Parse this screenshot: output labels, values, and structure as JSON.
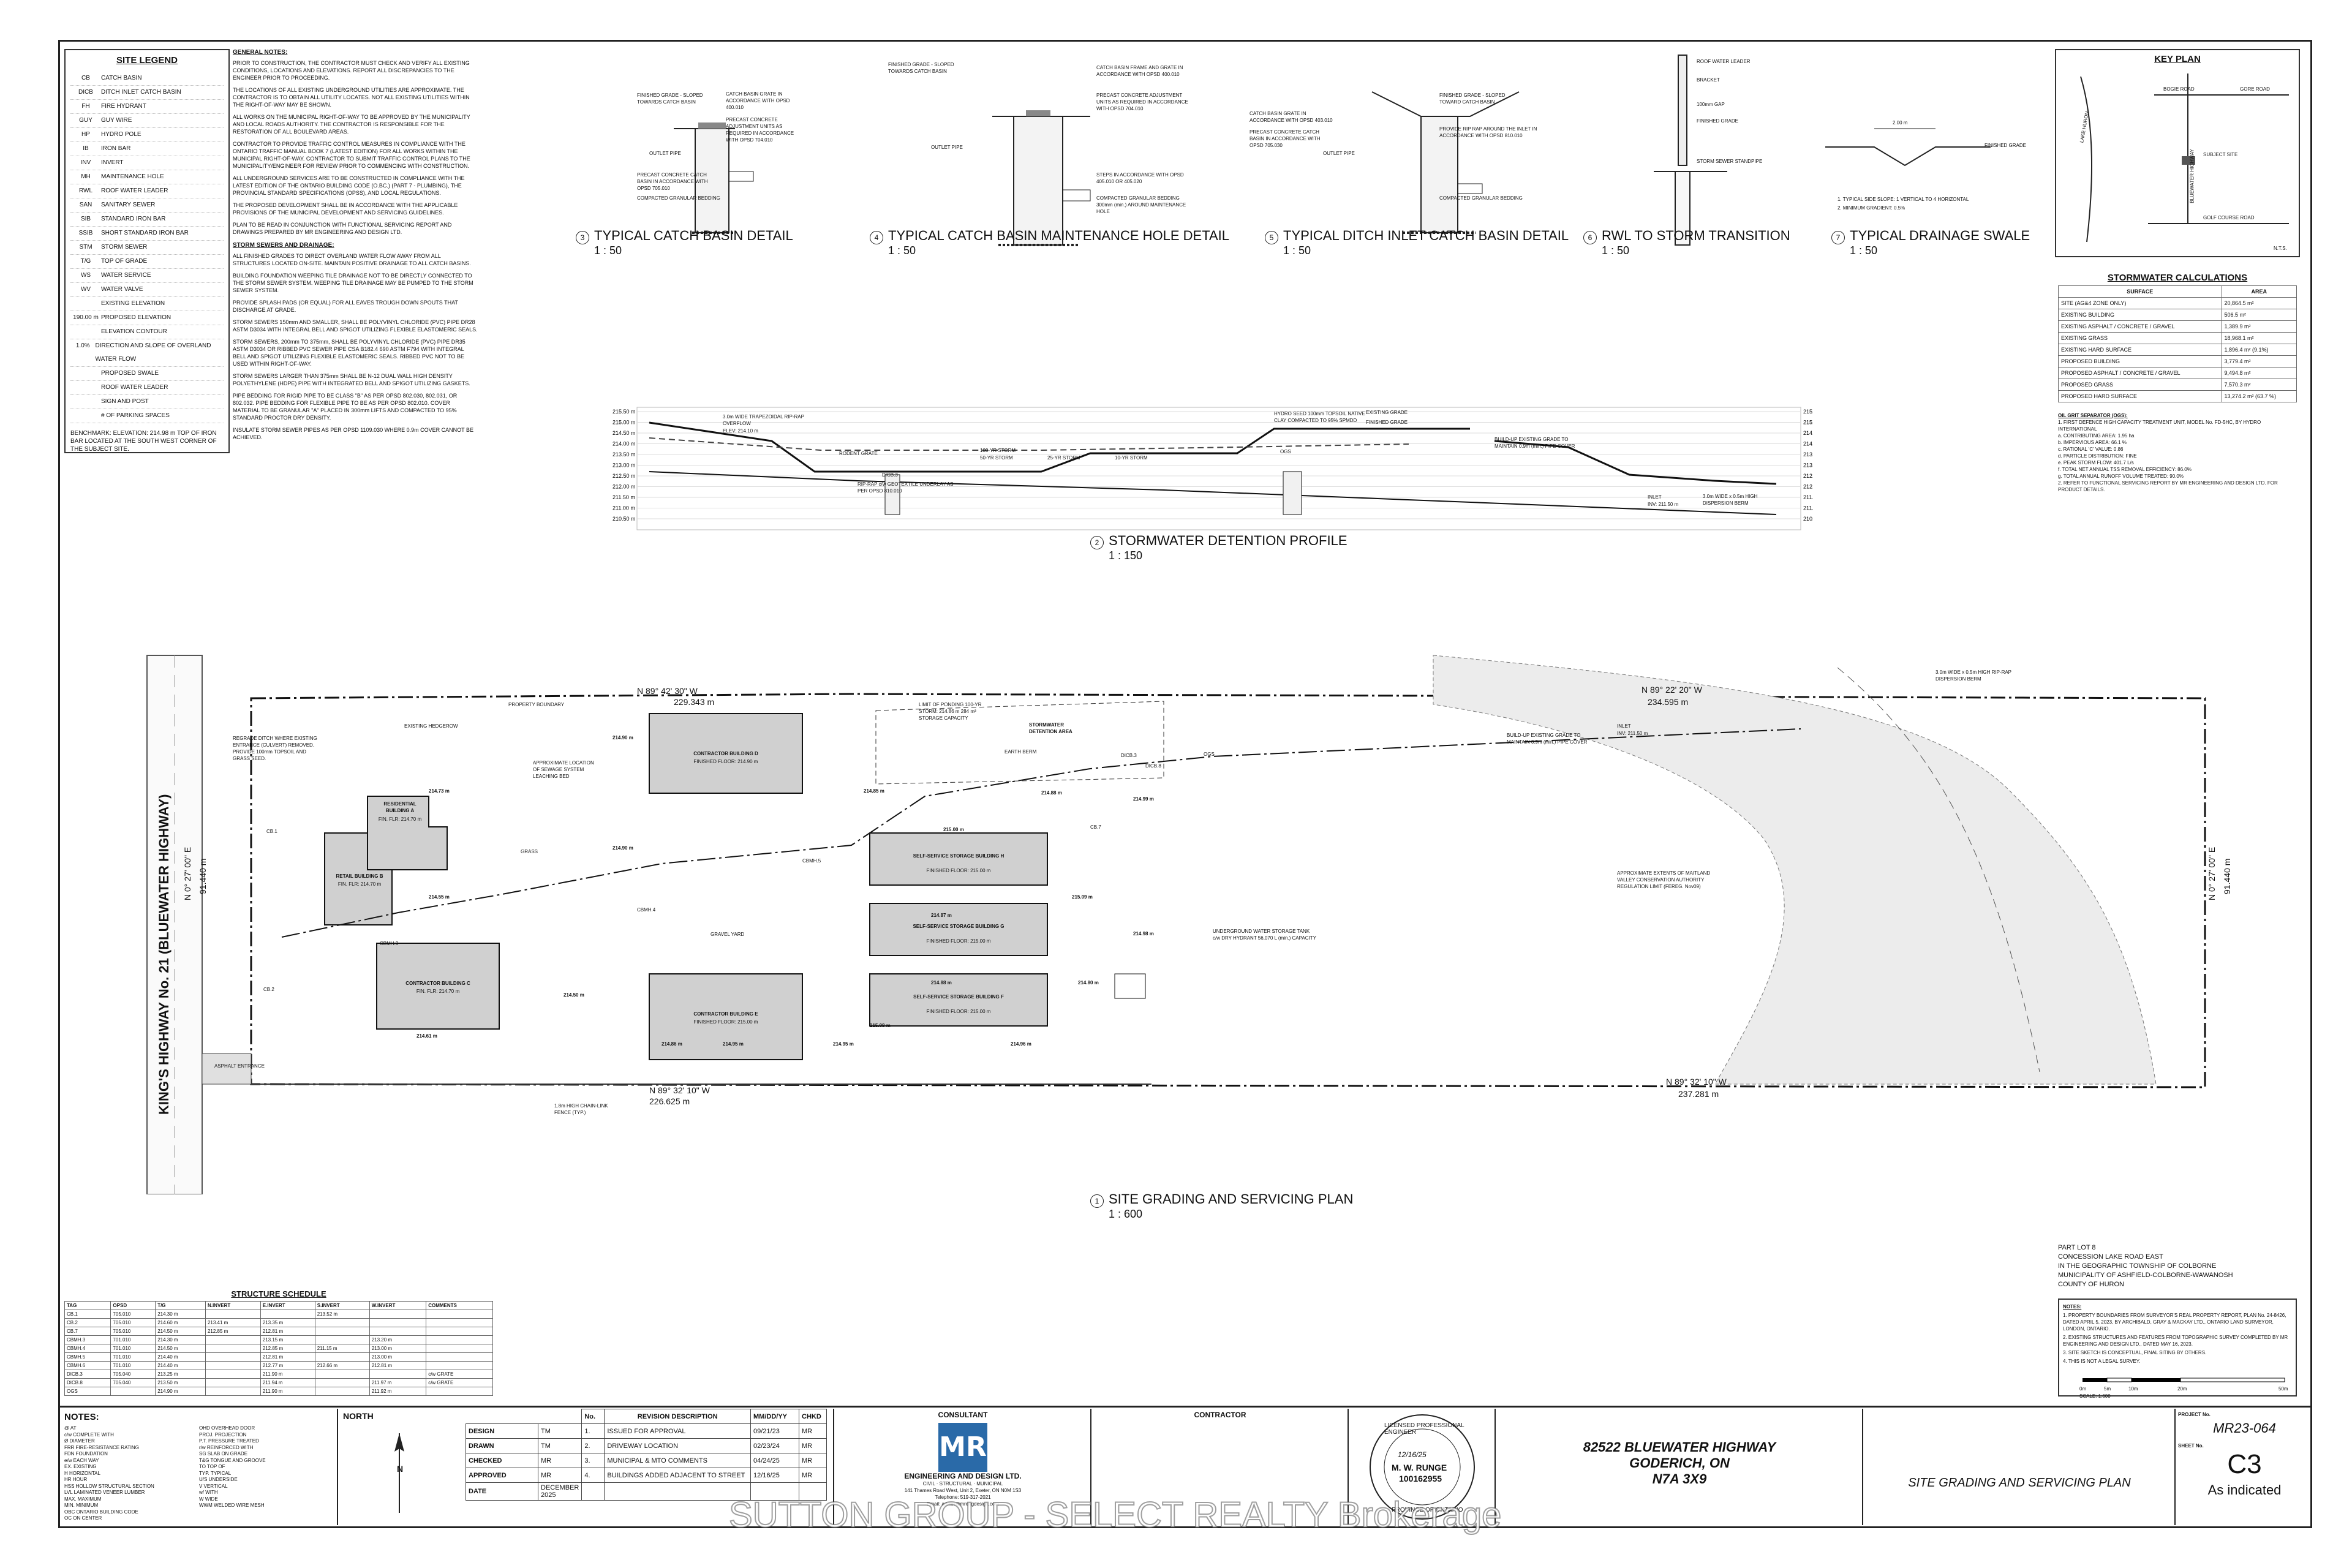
{
  "site_legend": {
    "title": "SITE LEGEND",
    "items": [
      {
        "key": "CB",
        "label": "CATCH BASIN"
      },
      {
        "key": "DICB",
        "label": "DITCH INLET CATCH BASIN"
      },
      {
        "key": "FH",
        "label": "FIRE HYDRANT"
      },
      {
        "key": "GUY",
        "label": "GUY WIRE"
      },
      {
        "key": "HP",
        "label": "HYDRO POLE"
      },
      {
        "key": "IB",
        "label": "IRON BAR"
      },
      {
        "key": "INV",
        "label": "INVERT"
      },
      {
        "key": "MH",
        "label": "MAINTENANCE HOLE"
      },
      {
        "key": "RWL",
        "label": "ROOF WATER LEADER"
      },
      {
        "key": "SAN",
        "label": "SANITARY SEWER"
      },
      {
        "key": "SIB",
        "label": "STANDARD IRON BAR"
      },
      {
        "key": "SSIB",
        "label": "SHORT STANDARD IRON BAR"
      },
      {
        "key": "STM",
        "label": "STORM SEWER"
      },
      {
        "key": "T/G",
        "label": "TOP OF GRADE"
      },
      {
        "key": "WS",
        "label": "WATER SERVICE"
      },
      {
        "key": "WV",
        "label": "WATER VALVE"
      },
      {
        "key": "",
        "label": "EXISTING ELEVATION"
      },
      {
        "key": "190.00 m",
        "label": "PROPOSED ELEVATION"
      },
      {
        "key": "",
        "label": "ELEVATION CONTOUR"
      },
      {
        "key": "1.0%",
        "label": "DIRECTION AND SLOPE OF OVERLAND WATER FLOW"
      },
      {
        "key": "",
        "label": "PROPOSED SWALE"
      },
      {
        "key": "",
        "label": "ROOF WATER LEADER"
      },
      {
        "key": "",
        "label": "SIGN AND POST"
      },
      {
        "key": "",
        "label": "# OF PARKING SPACES"
      }
    ],
    "benchmark": "BENCHMARK: ELEVATION: 214.98 m TOP OF IRON BAR LOCATED AT THE SOUTH WEST CORNER OF THE SUBJECT SITE."
  },
  "general_notes": {
    "title": "GENERAL NOTES:",
    "items": [
      "PRIOR TO CONSTRUCTION, THE CONTRACTOR MUST CHECK AND VERIFY ALL EXISTING CONDITIONS, LOCATIONS AND ELEVATIONS. REPORT ALL DISCREPANCIES TO THE ENGINEER PRIOR TO PROCEEDING.",
      "THE LOCATIONS OF ALL EXISTING UNDERGROUND UTILITIES ARE APPROXIMATE. THE CONTRACTOR IS TO OBTAIN ALL UTILITY LOCATES. NOT ALL EXISTING UTILITIES WITHIN THE RIGHT-OF-WAY MAY BE SHOWN.",
      "ALL WORKS ON THE MUNICIPAL RIGHT-OF-WAY TO BE APPROVED BY THE MUNICIPALITY AND LOCAL ROADS AUTHORITY. THE CONTRACTOR IS RESPONSIBLE FOR THE RESTORATION OF ALL BOULEVARD AREAS.",
      "CONTRACTOR TO PROVIDE TRAFFIC CONTROL MEASURES IN COMPLIANCE WITH THE ONTARIO TRAFFIC MANUAL BOOK 7 (LATEST EDITION) FOR ALL WORKS WITHIN THE MUNICIPAL RIGHT-OF-WAY. CONTRACTOR TO SUBMIT TRAFFIC CONTROL PLANS TO THE MUNICIPALITY/ENGINEER FOR REVIEW PRIOR TO COMMENCING WITH CONSTRUCTION.",
      "ALL UNDERGROUND SERVICES ARE TO BE CONSTRUCTED IN COMPLIANCE WITH THE LATEST EDITION OF THE ONTARIO BUILDING CODE (O.BC.) (PART 7 - PLUMBING), THE PROVINCIAL STANDARD SPECIFICATIONS (OPSS), AND LOCAL REGULATIONS.",
      "THE PROPOSED DEVELOPMENT SHALL BE IN ACCORDANCE WITH THE APPLICABLE PROVISIONS OF THE MUNICIPAL DEVELOPMENT AND SERVICING GUIDELINES.",
      "PLAN TO BE READ IN CONJUNCTION WITH FUNCTIONAL SERVICING REPORT AND DRAWINGS PREPARED BY MR ENGINEERING AND DESIGN LTD."
    ],
    "storm_title": "STORM SEWERS AND DRAINAGE:",
    "storm_items": [
      "ALL FINISHED GRADES TO DIRECT OVERLAND WATER FLOW AWAY FROM ALL STRUCTURES LOCATED ON-SITE. MAINTAIN POSITIVE DRAINAGE TO ALL CATCH BASINS.",
      "BUILDING FOUNDATION WEEPING TILE DRAINAGE NOT TO BE DIRECTLY CONNECTED TO THE STORM SEWER SYSTEM. WEEPING TILE DRAINAGE MAY BE PUMPED TO THE STORM SEWER SYSTEM.",
      "PROVIDE SPLASH PADS (OR EQUAL) FOR ALL EAVES TROUGH DOWN SPOUTS THAT DISCHARGE AT GRADE.",
      "STORM SEWERS 150mm AND SMALLER, SHALL BE POLYVINYL CHLORIDE (PVC) PIPE DR28 ASTM D3034 WITH INTEGRAL BELL AND SPIGOT UTILIZING FLEXIBLE ELASTOMERIC SEALS.",
      "STORM SEWERS, 200mm TO 375mm, SHALL BE POLYVINYL CHLORIDE (PVC) PIPE DR35 ASTM D3034 OR RIBBED PVC SEWER PIPE CSA B182.4 690 ASTM F794 WITH INTEGRAL BELL AND SPIGOT UTILIZING FLEXIBLE ELASTOMERIC SEALS. RIBBED PVC NOT TO BE USED WITHIN RIGHT-OF-WAY.",
      "STORM SEWERS LARGER THAN 375mm SHALL BE N-12 DUAL WALL HIGH DENSITY POLYETHYLENE (HDPE) PIPE WITH INTEGRATED BELL AND SPIGOT UTILIZING GASKETS.",
      "PIPE BEDDING FOR RIGID PIPE TO BE CLASS \"B\" AS PER OPSD 802.030, 802.031, OR 802.032. PIPE BEDDING FOR FLEXIBLE PIPE TO BE AS PER OPSD 802.010. COVER MATERIAL TO BE GRANULAR \"A\" PLACED IN 300mm LIFTS AND COMPACTED TO 95% STANDARD PROCTOR DRY DENSITY.",
      "INSULATE STORM SEWER PIPES AS PER OPSD 1109.030 WHERE 0.9m COVER CANNOT BE ACHIEVED."
    ]
  },
  "details": [
    {
      "num": "3",
      "title": "TYPICAL CATCH BASIN DETAIL",
      "scale": "1 : 50"
    },
    {
      "num": "4",
      "title": "TYPICAL CATCH BASIN MAINTENANCE HOLE DETAIL",
      "scale": "1 : 50"
    },
    {
      "num": "5",
      "title": "TYPICAL DITCH INLET CATCH BASIN DETAIL",
      "scale": "1 : 50"
    },
    {
      "num": "6",
      "title": "RWL TO STORM TRANSITION",
      "scale": "1 : 50"
    },
    {
      "num": "7",
      "title": "TYPICAL DRAINAGE SWALE",
      "scale": "1 : 50"
    }
  ],
  "detail_labels": {
    "cb": [
      "FINISHED GRADE - SLOPED TOWARDS CATCH BASIN",
      "CATCH BASIN GRATE IN ACCORDANCE WITH OPSD 400.010",
      "PRECAST CONCRETE ADJUSTMENT UNITS AS REQUIRED IN ACCORDANCE WITH OPSD 704.010",
      "OUTLET PIPE",
      "PRECAST CONCRETE CATCH BASIN IN ACCORDANCE WITH OPSD 705.010",
      "COMPACTED GRANULAR BEDDING"
    ],
    "cbmh": [
      "FINISHED GRADE - SLOPED TOWARDS CATCH BASIN",
      "CATCH BASIN FRAME AND GRATE IN ACCORDANCE WITH OPSD 400.010",
      "PRECAST CONCRETE ADJUSTMENT UNITS AS REQUIRED IN ACCORDANCE WITH OPSD 704.010",
      "OUTLET PIPE",
      "STEPS IN ACCORDANCE WITH OPSD 405.010 OR 405.020",
      "COMPACTED GRANULAR BEDDING 300mm (min.) AROUND MAINTENANCE HOLE"
    ],
    "dicb": [
      "FINISHED GRADE - SLOPED TOWARD CATCH BASIN",
      "CATCH BASIN GRATE IN ACCORDANCE WITH OPSD 403.010",
      "PRECAST CONCRETE CATCH BASIN IN ACCORDANCE WITH OPSD 705.030",
      "PROVIDE RIP RAP AROUND THE INLET IN ACCORDANCE WITH OPSD 810.010",
      "OUTLET PIPE",
      "COMPACTED GRANULAR BEDDING"
    ],
    "rwl": [
      "ROOF WATER LEADER",
      "BRACKET",
      "100mm GAP",
      "FINISHED GRADE",
      "STORM SEWER STANDPIPE"
    ],
    "swale": [
      "FINISHED GRADE",
      "2.00 m",
      "1. TYPICAL SIDE SLOPE: 1 VERTICAL TO 4 HORIZONTAL",
      "2. MINIMUM GRADIENT: 0.5%"
    ]
  },
  "key_plan": {
    "title": "KEY PLAN",
    "roads": [
      "BOGIE ROAD",
      "GORE ROAD",
      "GOLF COURSE ROAD",
      "LAKE HURON",
      "BLUEWATER HIGHWAY"
    ],
    "subject": "SUBJECT SITE",
    "nts": "N.T.S."
  },
  "stormwater_calcs": {
    "title": "STORMWATER CALCULATIONS",
    "head": [
      "SURFACE",
      "AREA"
    ],
    "rows": [
      [
        "SITE (AG&4 ZONE ONLY)",
        "20,864.5 m²"
      ],
      [
        "EXISTING BUILDING",
        "506.5 m²"
      ],
      [
        "EXISTING ASPHALT / CONCRETE / GRAVEL",
        "1,389.9 m²"
      ],
      [
        "EXISTING GRASS",
        "18,968.1 m²"
      ],
      [
        "EXISTING HARD SURFACE",
        "1,896.4 m²   (9.1%)"
      ],
      [
        "PROPOSED BUILDING",
        "3,779.4 m²"
      ],
      [
        "PROPOSED ASPHALT / CONCRETE / GRAVEL",
        "9,494.8 m²"
      ],
      [
        "PROPOSED GRASS",
        "7,570.3 m²"
      ],
      [
        "PROPOSED HARD SURFACE",
        "13,274.2 m²   (63.7 %)"
      ]
    ],
    "ogs_title": "OIL GRIT SEPARATOR (OGS):",
    "ogs": [
      "1. FIRST DEFENCE HIGH CAPACITY TREATMENT UNIT, MODEL No. FD-5HC, BY HYDRO INTERNATIONAL",
      "a. CONTRIBUTING AREA: 1.95 ha",
      "b. IMPERVIOUS AREA: 66.1 %",
      "c. RATIONAL 'C' VALUE: 0.86",
      "d. PARTICLE DISTRIBUTION: FINE",
      "e. PEAK STORM FLOW: 401.7 L/s",
      "f. TOTAL NET ANNUAL TSS REMOVAL EFFICIENCY: 86.0%",
      "g. TOTAL ANNUAL RUNOFF VOLUME TREATED: 90.0%",
      "2. REFER TO FUNCTIONAL SERVICING REPORT BY MR ENGINEERING AND DESIGN LTD. FOR PRODUCT DETAILS."
    ]
  },
  "profile": {
    "num": "2",
    "title": "STORMWATER DETENTION PROFILE",
    "scale": "1 : 150",
    "elevations": [
      "215.50 m",
      "215.00 m",
      "214.50 m",
      "214.00 m",
      "213.50 m",
      "213.00 m",
      "212.50 m",
      "212.00 m",
      "211.50 m",
      "211.00 m",
      "210.50 m"
    ],
    "labels": [
      "3.0m WIDE TRAPEZOIDAL RIP-RAP OVERFLOW",
      "ELEV: 214.10 m",
      "HYDRO SEED 100mm TOPSOIL NATIVE CLAY COMPACTED TO 95% SPMDD",
      "EXISTING GRADE",
      "FINISHED GRADE",
      "RODENT GRATE",
      "BUILD-UP EXISTING GRADE TO MAINTAIN 0.9m (min.) PIPE COVER",
      "RIP-RAP c/w GEOTEXTILE UNDERLAY AS PER OPSD 810.010",
      "DICB.3",
      "OGS",
      "INLET",
      "INV: 211.50 m",
      "3.0m WIDE x 0.5m HIGH DISPERSION BERM",
      "100-YR STORM",
      "50-YR STORM",
      "25-YR STORM",
      "10-YR STORM"
    ]
  },
  "plan": {
    "num": "1",
    "title": "SITE GRADING AND SERVICING PLAN",
    "scale": "1 : 600",
    "highway": "KING'S HIGHWAY No. 21 (BLUEWATER HIGHWAY)",
    "bearings": {
      "north_left": "N  89° 42' 30\"  W",
      "north_left_dist": "229.343 m",
      "north_right": "N  89° 22' 20\"  W",
      "north_right_dist": "234.595 m",
      "south_left": "N  89° 32' 10\"  W",
      "south_left_dist": "226.625 m",
      "south_right": "N  89° 32' 10\"  W",
      "south_right_dist": "237.281 m",
      "west": "N  0° 27' 00\"  E",
      "west_dist": "91.440 m",
      "east": "N  0° 27' 00\"  E",
      "east_dist": "91.440 m"
    },
    "buildings": [
      {
        "name": "RESIDENTIAL BUILDING A",
        "ff": "FIN. FLR: 214.70 m"
      },
      {
        "name": "RETAIL BUILDING B",
        "ff": "FIN. FLR: 214.70 m"
      },
      {
        "name": "CONTRACTOR BUILDING C",
        "ff": "FIN. FLR: 214.70 m"
      },
      {
        "name": "CONTRACTOR BUILDING D",
        "ff": "FINISHED FLOOR: 214.90 m"
      },
      {
        "name": "CONTRACTOR BUILDING E",
        "ff": "FINISHED FLOOR: 215.00 m"
      },
      {
        "name": "SELF-SERVICE STORAGE BUILDING H",
        "ff": "FINISHED FLOOR: 215.00 m"
      },
      {
        "name": "SELF-SERVICE STORAGE BUILDING G",
        "ff": "FINISHED FLOOR: 215.00 m"
      },
      {
        "name": "SELF-SERVICE STORAGE BUILDING F",
        "ff": "FINISHED FLOOR: 215.00 m"
      }
    ],
    "labels": [
      "PROPERTY BOUNDARY",
      "EXISTING HEDGEROW",
      "GRAVEL YARD",
      "GRASS",
      "STORMWATER DETENTION AREA",
      "UNDERGROUND WATER STORAGE TANK c/w DRY HYDRANT 56,070 L (min.) CAPACITY",
      "APPROXIMATE EXTENTS OF MAITLAND VALLEY CONSERVATION AUTHORITY REGULATION LIMIT (FEREG. Nov09)",
      "3.0m WIDE x 0.5m HIGH RIP-RAP DISPERSION BERM",
      "ASPHALT ENTRANCE",
      "1.8m HIGH CHAIN-LINK FENCE (TYP.)",
      "EARTH BERM",
      "LIMIT OF PONDING 100-YR STORM: 214.86 m 284 m³ STORAGE CAPACITY",
      "REGRADE DITCH WHERE EXISTING ENTRANCE (CULVERT) REMOVED. PROVIDE 100mm TOPSOIL AND GRASS SEED.",
      "APPROXIMATE LOCATION OF SEWAGE SYSTEM LEACHING BED",
      "BUILD-UP EXISTING GRADE TO MAINTAIN 0.9m (min.) PIPE COVER",
      "INLET",
      "INV: 211.50 m",
      "OGS",
      "DICB.3",
      "CB.1",
      "CB.2",
      "CBMH.3",
      "CBMH.4",
      "CBMH.5",
      "CB.7",
      "DICB.8"
    ],
    "spots": [
      "214.90 m",
      "214.73 m",
      "214.55 m",
      "214.85 m",
      "215.00 m",
      "214.88 m",
      "214.96 m",
      "214.86 m",
      "214.95 m",
      "214.80 m",
      "214.99 m",
      "214.61 m",
      "215.08 m",
      "214.88 m",
      "214.87 m",
      "215.09 m",
      "214.98 m",
      "214.90 m",
      "214.95 m",
      "214.50 m"
    ]
  },
  "legal": {
    "lines": [
      "PART LOT 8",
      "CONCESSION LAKE ROAD EAST",
      "IN THE GEOGRAPHIC TOWNSHIP OF COLBORNE",
      "MUNICIPALITY OF ASHFIELD-COLBORNE-WAWANOSH",
      "COUNTY OF HURON"
    ],
    "notes_title": "NOTES:",
    "notes": [
      "1. PROPERTY BOUNDARIES FROM SURVEYOR'S REAL PROPERTY REPORT, PLAN No. 24-8426, DATED APRIL 5, 2023, BY ARCHIBALD, GRAY & MACKAY LTD., ONTARIO LAND SURVEYOR, LONDON, ONTARIO.",
      "2. EXISTING STRUCTURES AND FEATURES FROM TOPOGRAPHIC SURVEY COMPLETED BY MR ENGINEERING AND DESIGN LTD., DATED MAY 16, 2023.",
      "3. SITE SKETCH IS CONCEPTUAL, FINAL SITING BY OTHERS.",
      "4. THIS IS NOT A LEGAL SURVEY."
    ],
    "scale_labels": [
      "0m",
      "5m",
      "10m",
      "20m",
      "50m"
    ],
    "scale_text": "SCALE: 1:600"
  },
  "structure_schedule": {
    "title": "STRUCTURE SCHEDULE",
    "head": [
      "TAG",
      "OPSD",
      "T/G",
      "N.INVERT",
      "E.INVERT",
      "S.INVERT",
      "W.INVERT",
      "COMMENTS"
    ],
    "rows": [
      [
        "CB.1",
        "705.010",
        "214.30 m",
        "",
        "",
        "213.52 m",
        "",
        ""
      ],
      [
        "CB.2",
        "705.010",
        "214.60 m",
        "213.41 m",
        "213.35 m",
        "",
        "",
        ""
      ],
      [
        "CB.7",
        "705.010",
        "214.50 m",
        "212.85 m",
        "212.81 m",
        "",
        "",
        ""
      ],
      [
        "CBMH.3",
        "701.010",
        "214.30 m",
        "",
        "213.15 m",
        "",
        "213.20 m",
        ""
      ],
      [
        "CBMH.4",
        "701.010",
        "214.50 m",
        "",
        "212.85 m",
        "211.15 m",
        "213.00 m",
        ""
      ],
      [
        "CBMH.5",
        "701.010",
        "214.40 m",
        "",
        "212.81 m",
        "",
        "213.00 m",
        ""
      ],
      [
        "CBMH.6",
        "701.010",
        "214.40 m",
        "",
        "212.77 m",
        "212.66 m",
        "212.81 m",
        ""
      ],
      [
        "DICB.3",
        "705.040",
        "213.25 m",
        "",
        "211.90 m",
        "",
        "",
        "c/w GRATE"
      ],
      [
        "DICB.8",
        "705.040",
        "213.50 m",
        "",
        "211.94 m",
        "",
        "211.97 m",
        "c/w GRATE"
      ],
      [
        "OGS",
        "",
        "214.90 m",
        "",
        "211.90 m",
        "",
        "211.92 m",
        ""
      ]
    ]
  },
  "abbr_notes": {
    "title": "NOTES:",
    "col1": [
      "@  AT",
      "c/w  COMPLETE WITH",
      "Ø  DIAMETER",
      "FRR  FIRE-RESISTANCE RATING",
      "FDN  FOUNDATION",
      "e/w  EACH WAY",
      "EX.  EXISTING",
      "H  HORIZONTAL",
      "HR  HOUR",
      "HSS  HOLLOW STRUCTURAL SECTION",
      "LVL  LAMINATED VENEER LUMBER",
      "MAX.  MAXIMUM",
      "MIN.  MINIMUM",
      "OBC  ONTARIO BUILDING CODE",
      "OC  ON CENTER"
    ],
    "col2": [
      "OHD  OVERHEAD DOOR",
      "PROJ.  PROJECTION",
      "P.T.  PRESSURE TREATED",
      "r/w  REINFORCED WITH",
      "SG  SLAB ON GRADE",
      "T&G  TONGUE AND GROOVE",
      "TO  TOP OF",
      "TYP.  TYPICAL",
      "U/S  UNDERSIDE",
      "V  VERTICAL",
      "w/  WITH",
      "W  WIDE",
      "WWM  WELDED WIRE MESH"
    ]
  },
  "north": {
    "label": "NORTH",
    "letter": "N"
  },
  "revisions": {
    "rows": [
      [
        "DESIGN",
        "TM"
      ],
      [
        "DRAWN",
        "TM"
      ],
      [
        "CHECKED",
        "MR"
      ],
      [
        "APPROVED",
        "MR"
      ],
      [
        "DATE",
        "DECEMBER 2025"
      ]
    ],
    "head": [
      "No.",
      "REVISION DESCRIPTION",
      "MM/DD/YY",
      "CHKD"
    ],
    "items": [
      [
        "1.",
        "ISSUED FOR APPROVAL",
        "09/21/23",
        "MR"
      ],
      [
        "2.",
        "DRIVEWAY LOCATION",
        "02/23/24",
        "MR"
      ],
      [
        "3.",
        "MUNICIPAL & MTO COMMENTS",
        "04/24/25",
        "MR"
      ],
      [
        "4.",
        "BUILDINGS ADDED ADJACENT TO STREET",
        "12/16/25",
        "MR"
      ]
    ]
  },
  "consultant": {
    "label": "CONSULTANT",
    "logo": "MR",
    "name": "ENGINEERING AND DESIGN LTD.",
    "tag": "CIVIL · STRUCTURAL · MUNICIPAL",
    "addr": "141 Thames Road West, Unit 2, Exeter, ON  N0M 1S3",
    "tel": "Telephone: 519-317-2021",
    "email": "Email: admin@mrengdesign.com"
  },
  "contractor": {
    "label": "CONTRACTOR"
  },
  "seal": {
    "arc_top": "LICENSED PROFESSIONAL ENGINEER",
    "name": "M. W. RUNGE",
    "number": "100162955",
    "arc_bottom": "PROVINCE OF ONTARIO",
    "date": "12/16/25"
  },
  "address": {
    "line1": "82522 BLUEWATER HIGHWAY",
    "line2": "GODERICH, ON",
    "line3": "N7A 3X9"
  },
  "sheet_title": "SITE GRADING AND SERVICING PLAN",
  "project": {
    "label": "PROJECT No.",
    "value": "MR23-064",
    "sheet_label": "SHEET No.",
    "sheet": "C3",
    "scale": "As indicated"
  },
  "watermark": "SUTTON GROUP - SELECT REALTY Brokerage"
}
